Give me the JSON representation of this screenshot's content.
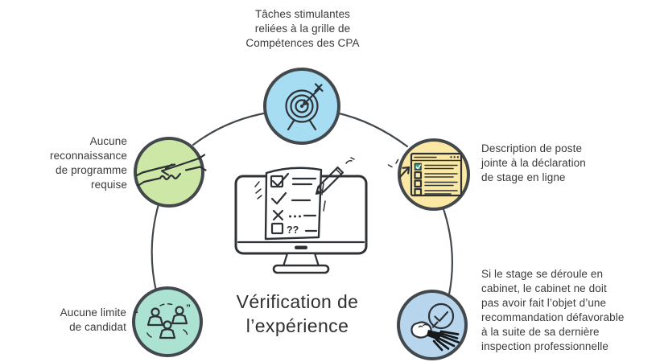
{
  "title": {
    "text": "Vérification de\nl’expérience"
  },
  "nodes": {
    "top": {
      "label": "Tâches stimulantes\nreliées à la grille de\nCompétences des CPA",
      "icon": "target-arrow-icon",
      "fill": "#a6ddf3"
    },
    "left_upper": {
      "label": "Aucune\nreconnaissance\nde programme\nrequise",
      "icon": "handshake-icon",
      "fill": "#cde8a6"
    },
    "left_lower": {
      "label": "Aucune limite\nde candidat",
      "icon": "people-group-icon",
      "fill": "#ace2d1",
      "quote_open": "“",
      "quote_close": "”"
    },
    "right_upper": {
      "label": "Description de poste\njointe à la déclaration\nde stage en ligne",
      "icon": "online-form-icon",
      "fill": "#fae8a4"
    },
    "right_lower": {
      "label": "Si le stage se déroule en\ncabinet, le cabinet ne doit\npas avoir fait l’objet d’une\nrecommandation défavorable\nà la suite de sa dernière\ninspection professionnelle",
      "icon": "inspection-check-icon",
      "fill": "#b7d5ec"
    }
  },
  "center_illustration": {
    "name": "monitor-checklist",
    "question_marks": "??"
  },
  "colors": {
    "ring_stroke": "#43484c",
    "circle_stroke": "#43484c",
    "icon_stroke": "#2e3236",
    "text": "#3a3a3c",
    "checkbox_checked": "#35a79c",
    "background": "#ffffff"
  }
}
